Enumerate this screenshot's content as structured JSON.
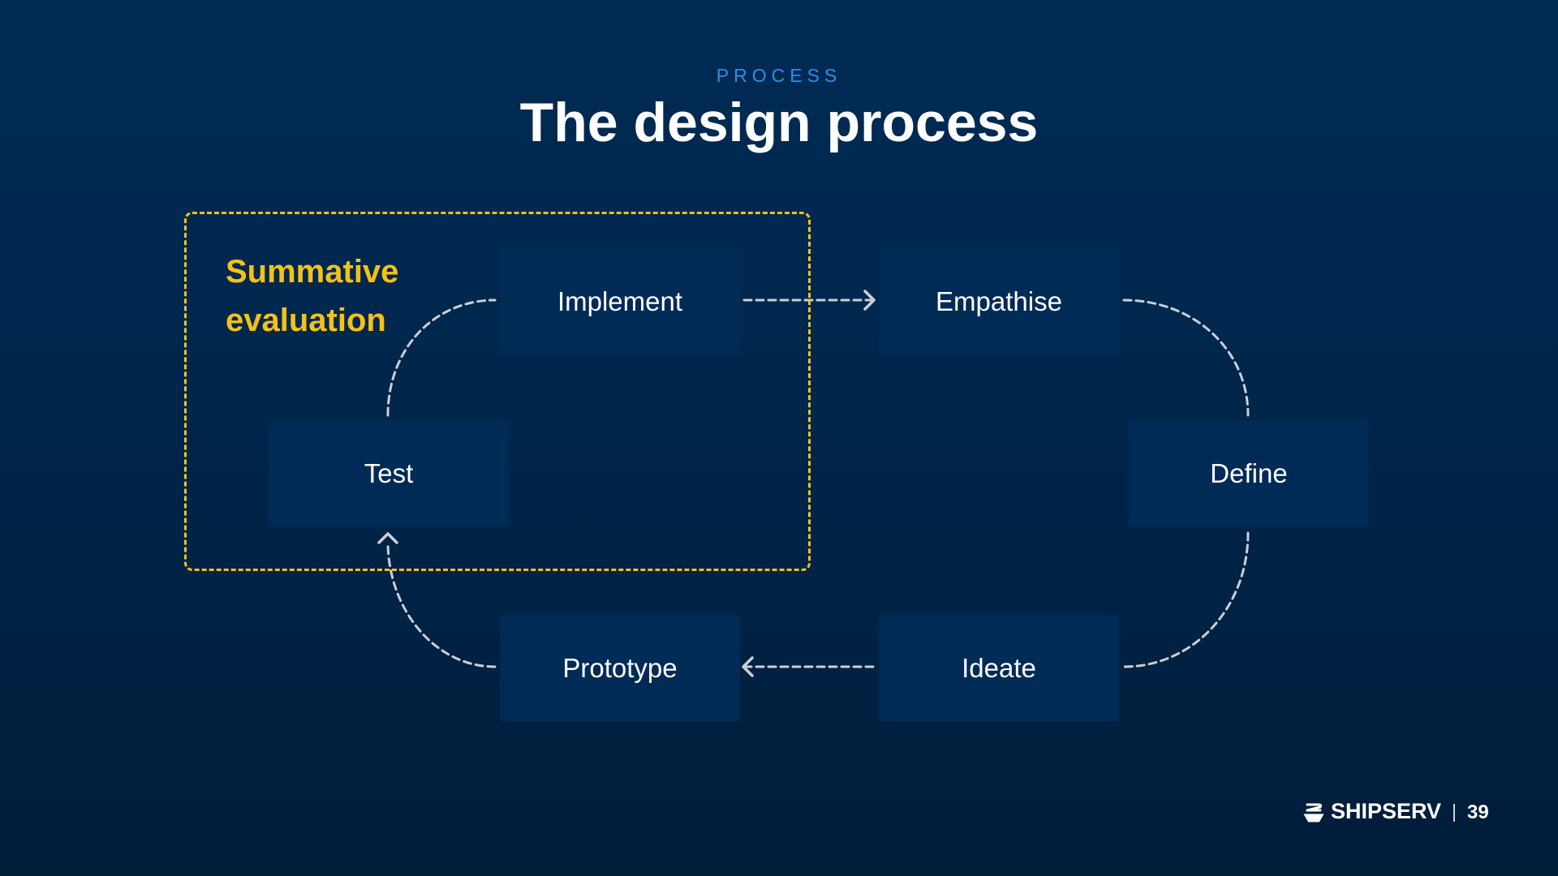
{
  "header": {
    "eyebrow": "PROCESS",
    "title": "The design process"
  },
  "summative": {
    "label_line1": "Summative",
    "label_line2": "evaluation",
    "color": "#f4c11a"
  },
  "stages": {
    "implement": "Implement",
    "empathise": "Empathise",
    "test": "Test",
    "define": "Define",
    "prototype": "Prototype",
    "ideate": "Ideate"
  },
  "footer": {
    "brand": "SHIPSERV",
    "page_number": "39"
  },
  "colors": {
    "background": "#002b55",
    "box": "#002b57",
    "accent_blue": "#2f8de4",
    "connector": "#c9cfd8"
  }
}
